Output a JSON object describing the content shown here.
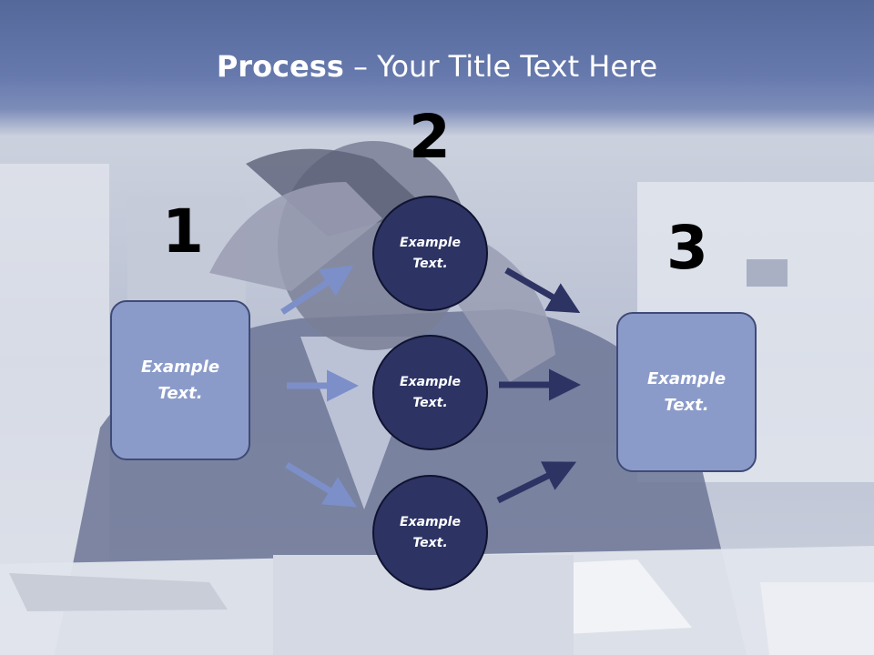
{
  "title": {
    "bold": "Process",
    "dash": " – ",
    "rest": "Your Title Text Here"
  },
  "steps": {
    "one": {
      "number": "1",
      "text": "Example Text."
    },
    "two": {
      "number": "2"
    },
    "three": {
      "number": "3",
      "text": "Example Text."
    }
  },
  "circles": [
    {
      "text": "Example Text."
    },
    {
      "text": "Example Text."
    },
    {
      "text": "Example Text."
    }
  ],
  "colors": {
    "title_band": "#6679ad",
    "box_fill": "#8b9bc9",
    "circle_fill": "#2d3464",
    "arrow_light": "#7d8fc9",
    "arrow_dark": "#2d3464"
  }
}
